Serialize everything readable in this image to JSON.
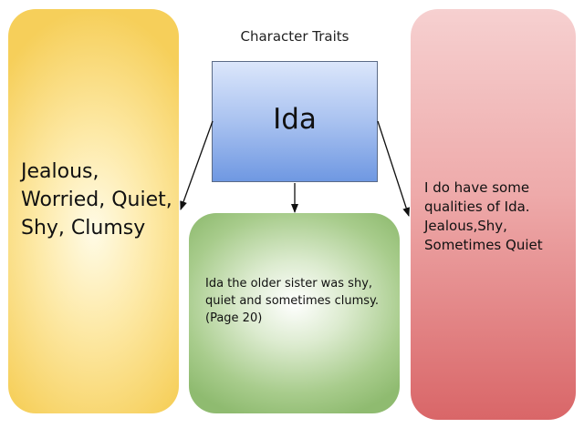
{
  "title": "Character Traits",
  "center": {
    "label": "Ida"
  },
  "left": {
    "text": "Jealous, Worried, Quiet, Shy, Clumsy"
  },
  "bottom": {
    "text": "Ida the older sister was shy, quiet and sometimes clumsy. (Page 20)"
  },
  "right": {
    "text": "I do have some qualities of Ida. Jealous,Shy, Sometimes Quiet"
  },
  "colors": {
    "left_box": "#f6cf5a",
    "center_box": "#6f98e2",
    "bottom_box": "#8fbb70",
    "right_box": "#d96668",
    "arrow": "#111111"
  }
}
